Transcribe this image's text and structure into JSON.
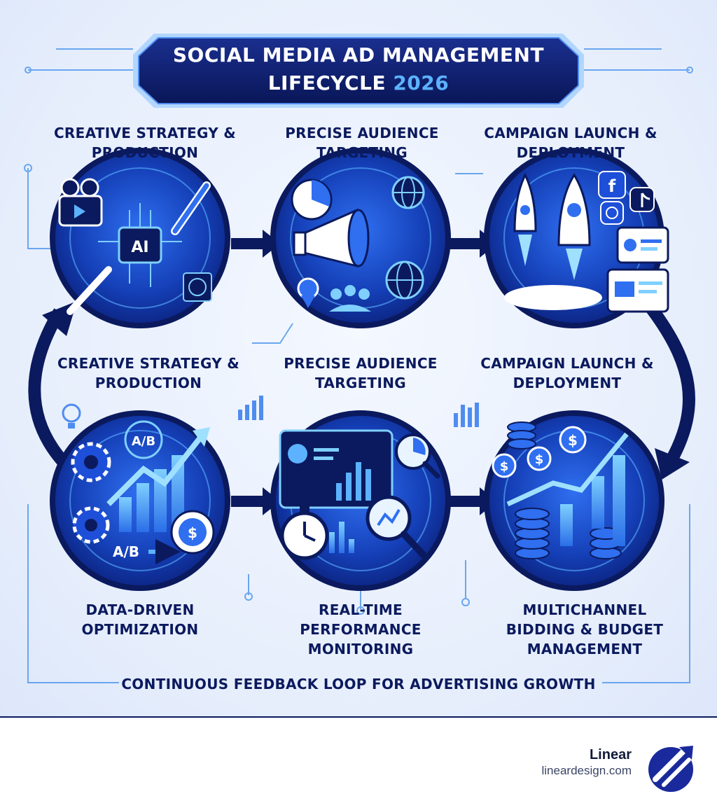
{
  "title": {
    "line1": "SOCIAL MEDIA AD MANAGEMENT",
    "line2": "LIFECYCLE",
    "year": "2026"
  },
  "labels": {
    "top_1": "Creative Strategy & Production",
    "top_2": "Precise Audience Targeting",
    "top_3": "Campaign Launch & Deployment",
    "mid_1": "Creative Strategy & Production",
    "mid_2": "Precise Audience Targeting",
    "mid_3": "Campaign Launch & Deployment",
    "bottom_1": "Data-Driven Optimization",
    "bottom_2": "Real-Time Performance Monitoring",
    "bottom_3": "Multichannel Bidding & Budget Management"
  },
  "icons": {
    "ai_chip": "AI",
    "ab_test_top": "A/B",
    "ab_test_bottom": "A/B",
    "dollar": "$",
    "facebook": "f"
  },
  "footer": "CONTINUOUS FEEDBACK LOOP FOR ADVERTISING GROWTH",
  "brand": {
    "name": "Linear",
    "url": "lineardesign.com"
  },
  "colors": {
    "navy": "#0b1a5e",
    "blue": "#1e4fd8",
    "accent": "#5cb2ff"
  }
}
